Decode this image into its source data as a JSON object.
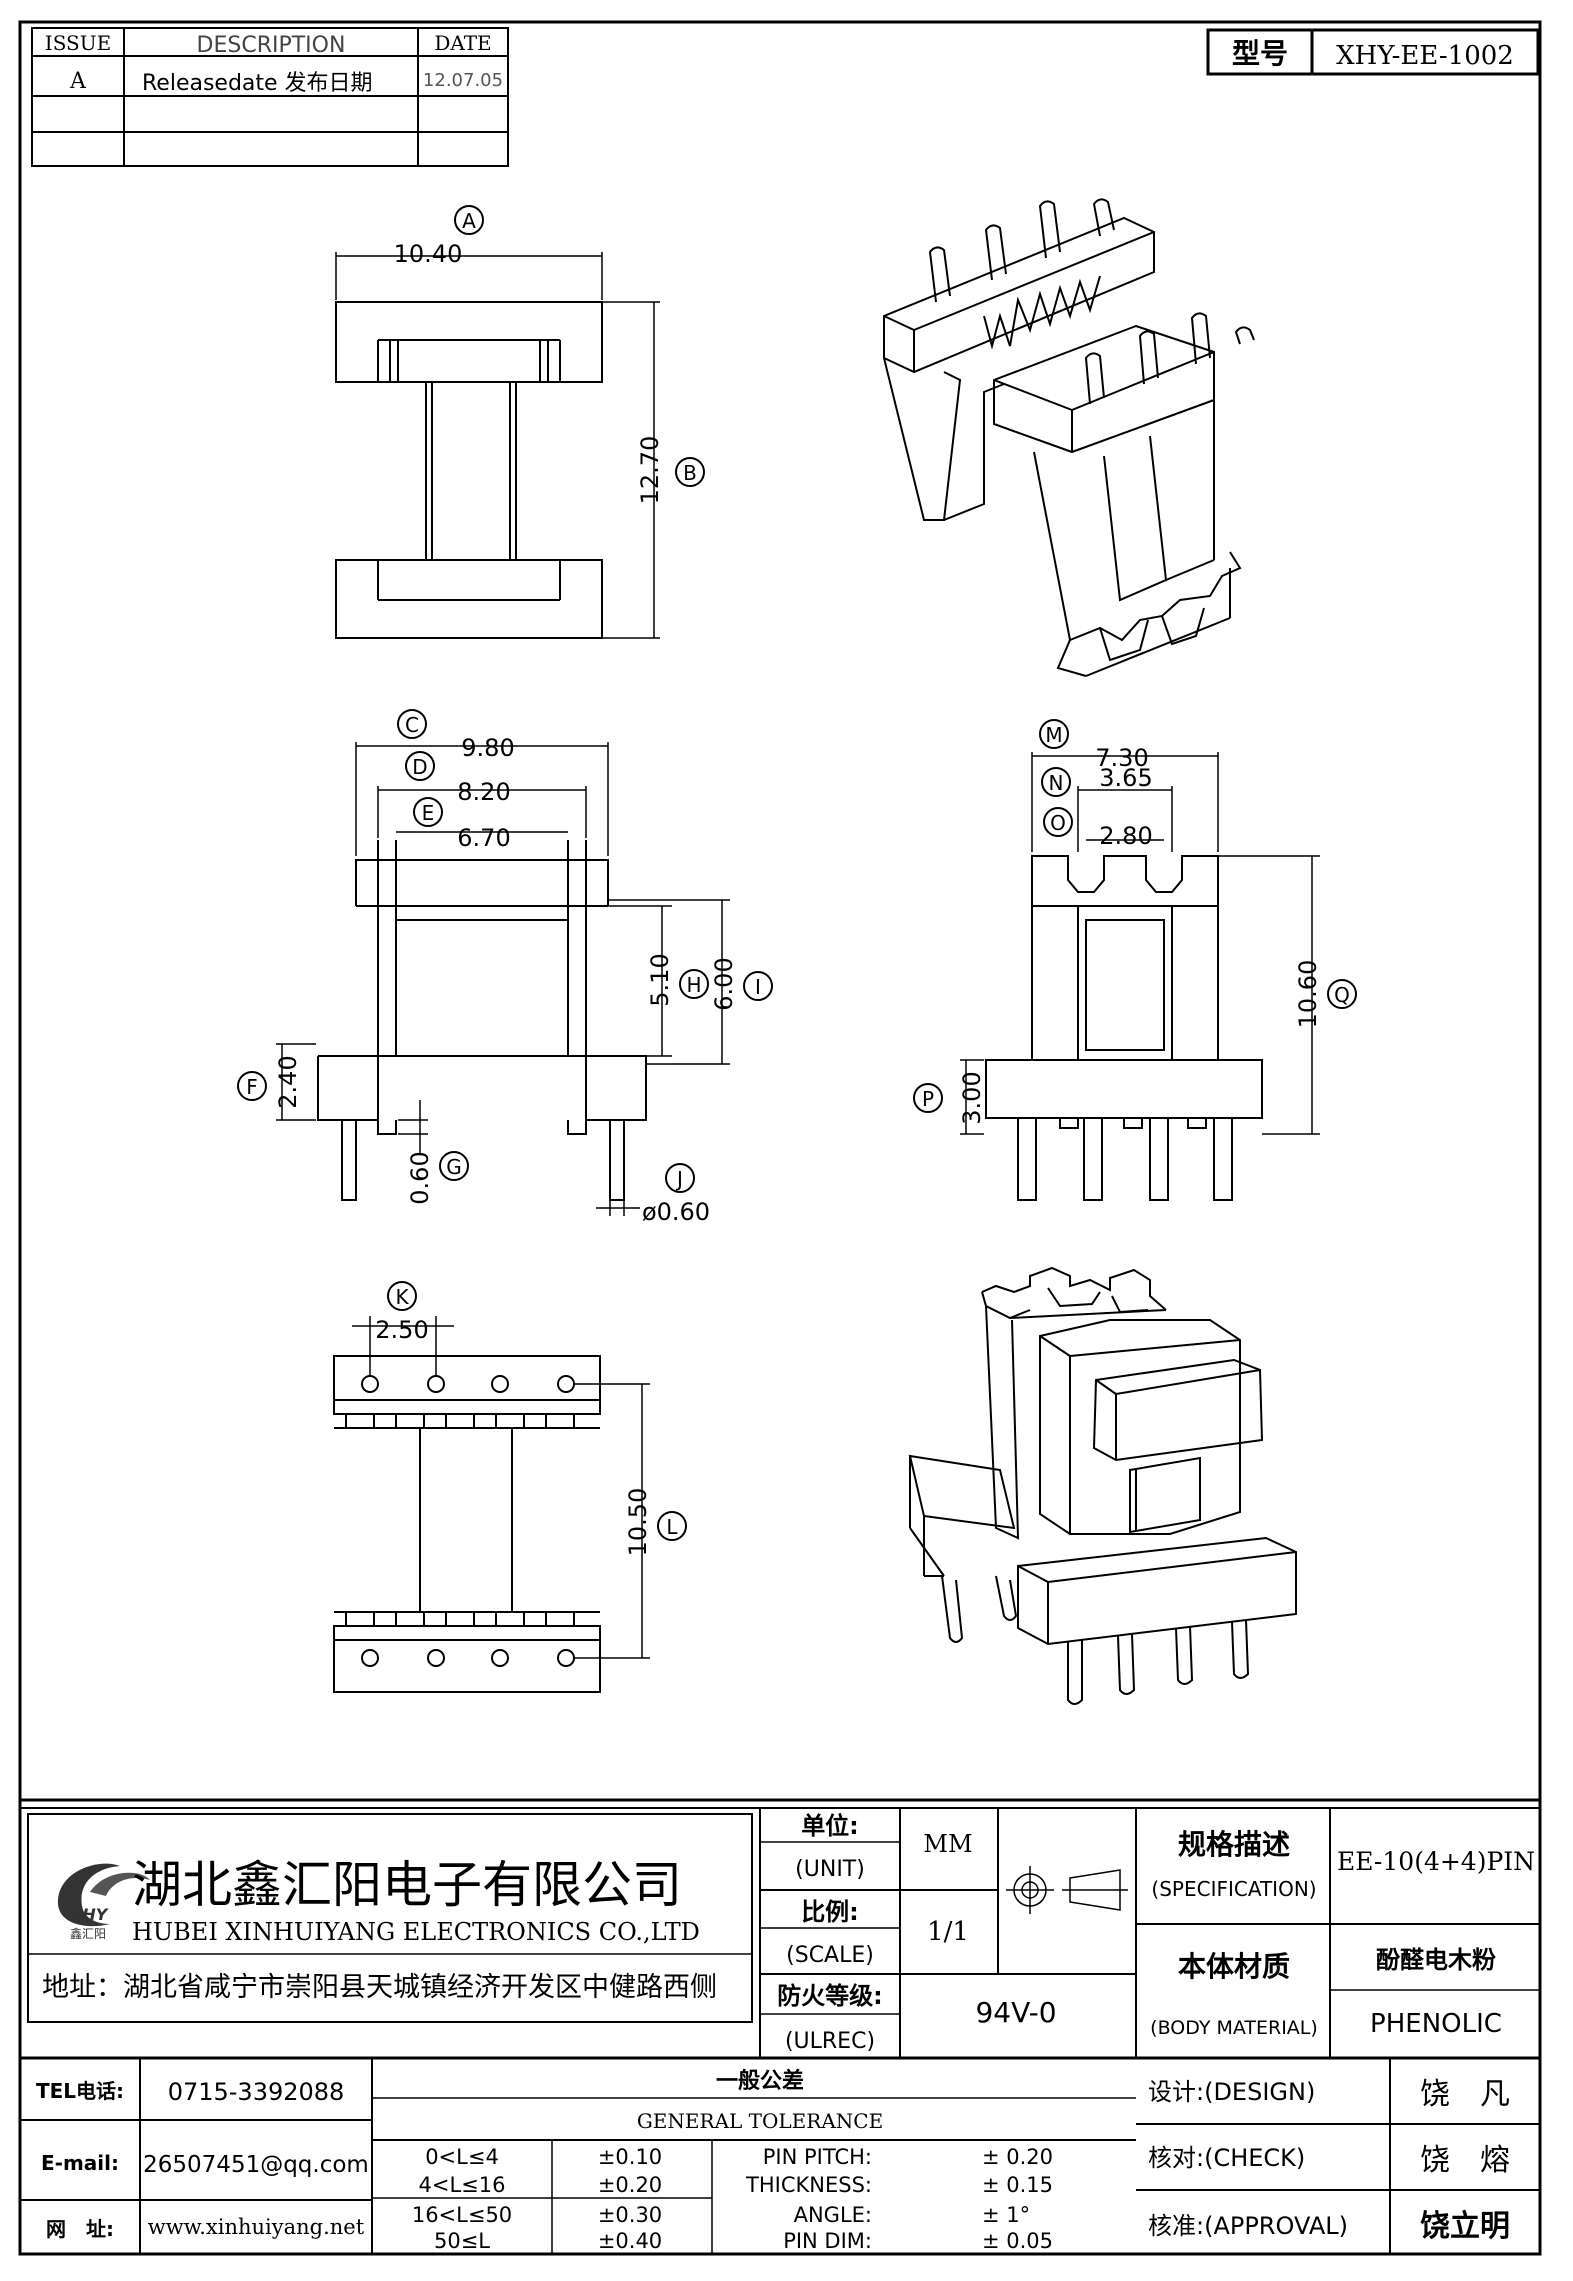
{
  "revision_table": {
    "headers": [
      "ISSUE",
      "DESCRIPTION",
      "DATE"
    ],
    "rows": [
      {
        "issue": "A",
        "description": "Releasedate 发布日期",
        "date": "12.07.05"
      }
    ]
  },
  "model": {
    "label": "型号",
    "value": "XHY-EE-1002"
  },
  "dimensions": {
    "A": "10.40",
    "B": "12.70",
    "C": "9.80",
    "D": "8.20",
    "E": "6.70",
    "F": "2.40",
    "G": "0.60",
    "H": "5.10",
    "I": "6.00",
    "J": "ø0.60",
    "K": "2.50",
    "L": "10.50",
    "M": "7.30",
    "N": "3.65",
    "O": "2.80",
    "P": "3.00",
    "Q": "10.60"
  },
  "title_block": {
    "company_cn": "湖北鑫汇阳电子有限公司",
    "company_en": "HUBEI XINHUIYANG ELECTRONICS CO.,LTD",
    "logo_text": "XHY",
    "logo_sub": "鑫汇阳",
    "address": "地址：湖北省咸宁市崇阳县天城镇经济开发区中健路西侧",
    "unit_label_cn": "单位:",
    "unit_label_en": "(UNIT)",
    "unit_value": "MM",
    "scale_label_cn": "比例:",
    "scale_label_en": "(SCALE)",
    "scale_value": "1/1",
    "fire_label_cn": "防火等级:",
    "fire_label_en": "(ULREC)",
    "fire_value": "94V-0",
    "spec_label_cn": "规格描述",
    "spec_label_en": "(SPECIFICATION)",
    "spec_value": "EE-10(4+4)PIN",
    "material_label_cn": "本体材质",
    "material_label_en": "(BODY MATERIAL)",
    "material_value_cn": "酚醛电木粉",
    "material_value_en": "PHENOLIC",
    "tel_label": "TEL电话:",
    "tel_value": "0715-3392088",
    "email_label": "E-mail:",
    "email_value": "26507451@qq.com",
    "web_label": "网　址:",
    "web_value": "www.xinhuiyang.net",
    "tolerance_title_cn": "一般公差",
    "tolerance_title_en": "GENERAL TOLERANCE",
    "tolerance_rows": [
      {
        "range": "0<L≤4",
        "tol": "±0.10",
        "item": "PIN PITCH:",
        "value": "±  0.20"
      },
      {
        "range": "4<L≤16",
        "tol": "±0.20",
        "item": "THICKNESS:",
        "value": "±  0.15"
      },
      {
        "range": "16<L≤50",
        "tol": "±0.30",
        "item": "ANGLE:",
        "value": "±  1°"
      },
      {
        "range": "50≤L",
        "tol": "±0.40",
        "item": "PIN DIM:",
        "value": "±  0.05"
      }
    ],
    "design_label": "设计:(DESIGN)",
    "design_name": "饶　凡",
    "check_label": "核对:(CHECK)",
    "check_name": "饶　熔",
    "approval_label": "核准:(APPROVAL)",
    "approval_name": "饶立明"
  }
}
